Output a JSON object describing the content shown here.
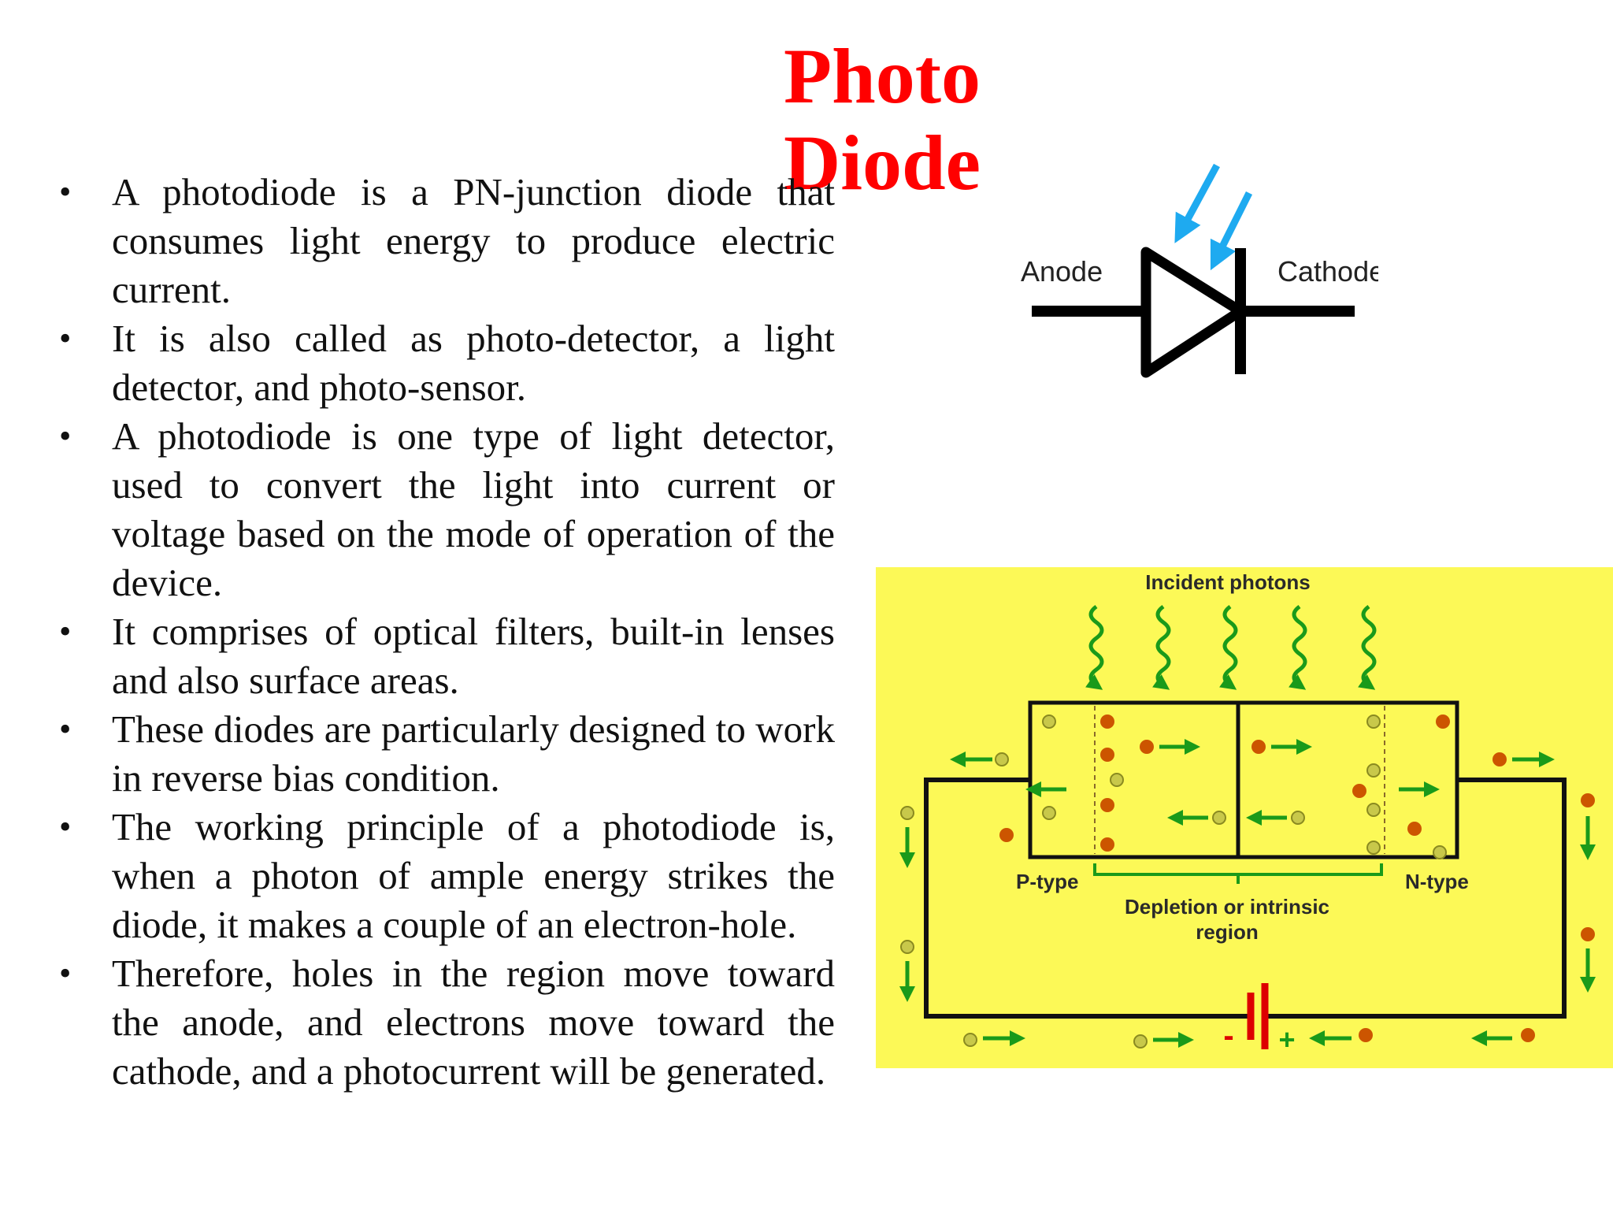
{
  "slide": {
    "title": "Photo Diode",
    "bullets": [
      "A photodiode is a PN-junction diode that consumes light energy to produce electric current.",
      "It is also called as photo-detector, a light detector, and photo-sensor.",
      "A photodiode is one type of light detector, used to convert the light into current or voltage based on the mode of operation of the device.",
      "It comprises of optical filters, built-in lenses and also surface areas.",
      "These diodes are particularly designed to work in reverse bias condition.",
      "The working principle of a photodiode is, when a photon of ample energy strikes the diode, it makes a couple of an electron-hole.",
      "Therefore, holes in the region move toward the anode, and electrons move toward the cathode, and a photocurrent will be generated."
    ]
  },
  "symbol": {
    "anode_label": "Anode",
    "cathode_label": "Cathode",
    "icons": [
      "light-arrow-icon",
      "diode-triangle-icon"
    ],
    "arrow_color": "#1eaaf0"
  },
  "diagram": {
    "incident_label": "Incident photons",
    "p_label": "P-type",
    "n_label": "N-type",
    "depletion_line1": "Depletion or intrinsic",
    "depletion_line2": "region",
    "battery_minus": "-",
    "battery_plus": "+",
    "colors": {
      "background": "#fcf957",
      "arrow": "#1a9a1a",
      "hole": "#cc5500",
      "electron": "#c8c84a",
      "battery": "#dd0000",
      "wire": "#111111"
    }
  }
}
